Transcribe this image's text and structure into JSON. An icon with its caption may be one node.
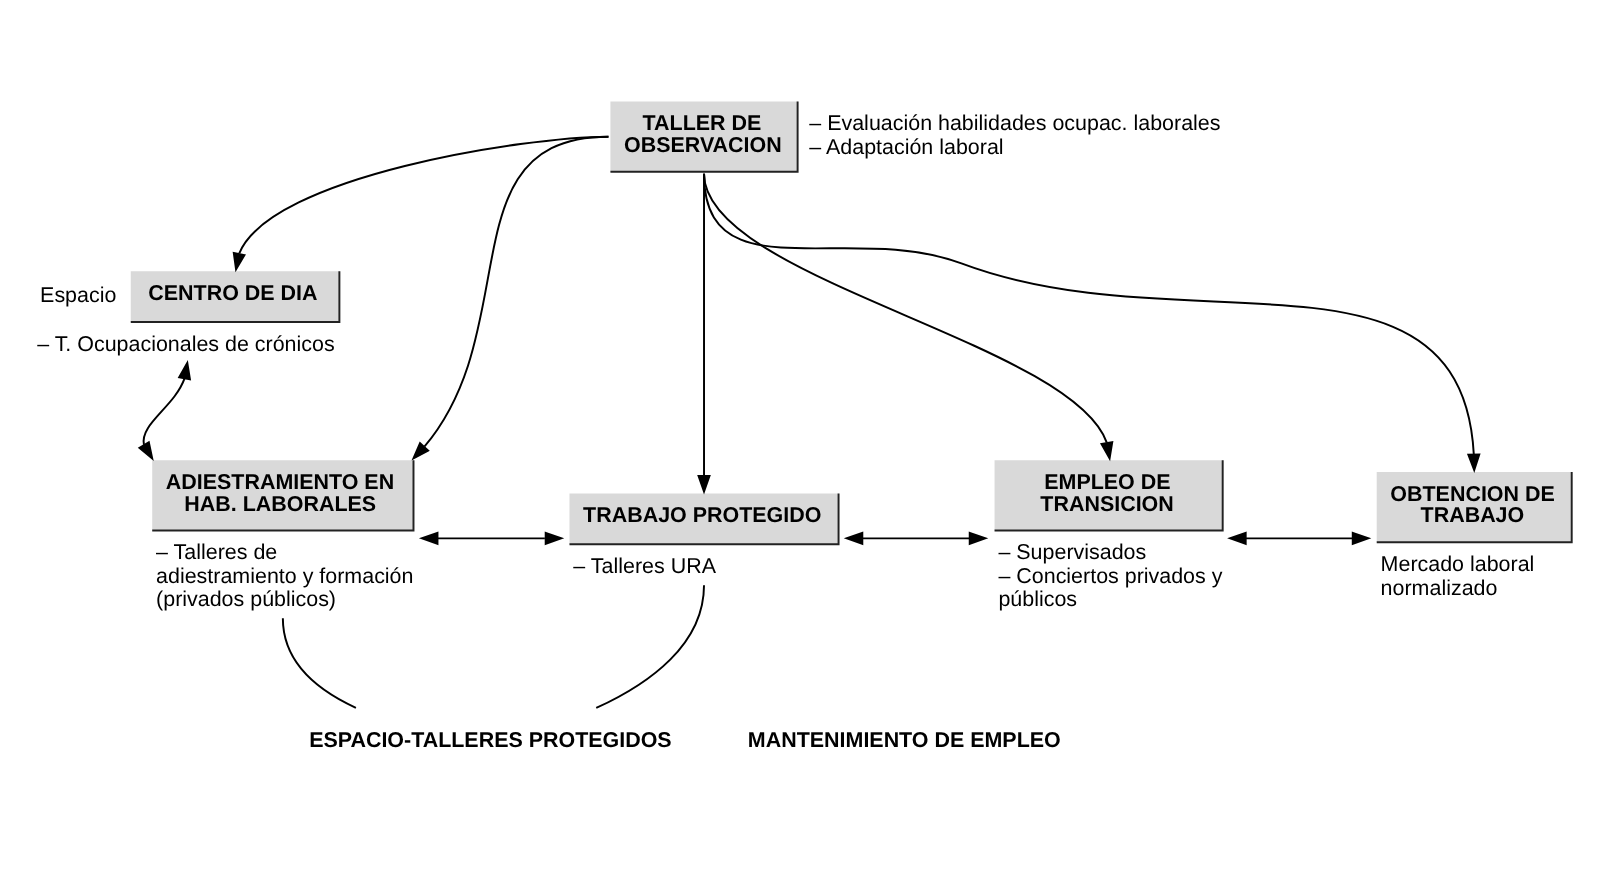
{
  "diagram": {
    "nodes": [
      {
        "text": [
          "TALLER DE OBSERVACION"
        ],
        "beside": [
          "– Evaluación habilidades ocupac. laborales",
          "– Adaptación laboral"
        ]
      },
      {
        "text": [
          "CENTRO DE DIA"
        ],
        "beside": [
          "Espacio",
          "– T. Ocupacionales de crónicos"
        ]
      },
      {
        "text": [
          "ADIESTRAMIENTO EN HAB. LABORALES"
        ],
        "beside": [
          "– Talleres de adiestramiento y formación (privados públicos)"
        ]
      },
      {
        "text": [
          "TRABAJO PROTEGIDO"
        ],
        "beside": [
          "– Talleres URA"
        ]
      },
      {
        "text": [
          "EMPLEO DE TRANSICION"
        ],
        "beside": [
          "– Supervisados",
          "– Conciertos privados y públicos"
        ]
      },
      {
        "text": [
          "OBTENCION DE TRABAJO"
        ],
        "beside": [
          "Mercado laboral normalizado"
        ]
      },
      {
        "text": [
          "ESPACIO-TALLERES PROTEGIDOS"
        ]
      }
    ],
    "edges": [
      {
        "from": 0,
        "to": 1,
        "arrow": "to"
      },
      {
        "from": 0,
        "to": 2,
        "arrow": "to"
      },
      {
        "from": 0,
        "to": 3,
        "arrow": "to"
      },
      {
        "from": 0,
        "to": 4,
        "arrow": "to"
      },
      {
        "from": 0,
        "to": 5,
        "arrow": "to"
      },
      {
        "from": 1,
        "to": 2,
        "arrow": "both"
      },
      {
        "from": 2,
        "to": 3,
        "arrow": "both"
      },
      {
        "from": 3,
        "to": 4,
        "arrow": "both"
      },
      {
        "from": 4,
        "to": 5,
        "arrow": "both"
      },
      {
        "from": 2,
        "to": 6,
        "arrow": "none"
      },
      {
        "from": 3,
        "to": 6,
        "arrow": "none"
      }
    ],
    "labels": [
      "MANTENIMIENTO DE EMPLEO"
    ]
  }
}
